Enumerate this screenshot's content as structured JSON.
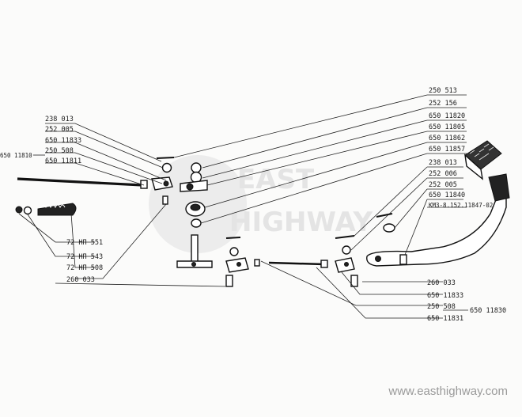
{
  "watermark": {
    "line1": "EAST",
    "line2": "HIGHWAY"
  },
  "footer_url": "www.easthighway.com",
  "labels_left": [
    "238 013",
    "252 005",
    "650 11833",
    "250 508",
    "650 11811"
  ],
  "label_far_left": "650 11810",
  "labels_bottom_left": [
    "72 НП 551",
    "72 НП 543",
    "72 НП 508",
    "260 033"
  ],
  "labels_top_right": [
    "250 513",
    "252 156",
    "650 11820",
    "650 11805",
    "650 11862",
    "650 11857",
    "238 013",
    "252 006",
    "252 005",
    "650 11840",
    "КМЗ-8.152.11847-02"
  ],
  "labels_bottom_right": [
    "260 033",
    "650 11833",
    "250 508",
    "650 11831"
  ],
  "label_far_right": "650 11830"
}
